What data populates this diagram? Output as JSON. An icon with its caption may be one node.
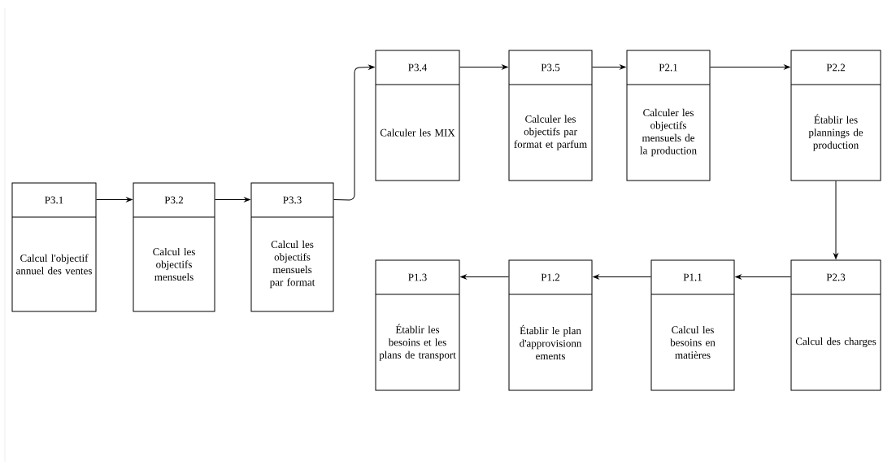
{
  "diagram": {
    "nodes": [
      {
        "text": [
          "P3.1",
          "Calcul l'objectif annuel des ventes"
        ]
      },
      {
        "text": [
          "P3.2",
          "Calcul les objectifs mensuels"
        ]
      },
      {
        "text": [
          "P3.3",
          "Calcul les objectifs mensuels par format"
        ]
      },
      {
        "text": [
          "P3.4",
          "Calculer les MIX"
        ]
      },
      {
        "text": [
          "P3.5",
          "Calculer les objectifs par format et parfum"
        ]
      },
      {
        "text": [
          "P2.1",
          "Calculer les objectifs mensuels de la production"
        ]
      },
      {
        "text": [
          "P2.2",
          "Établir les plannings de production"
        ]
      },
      {
        "text": [
          "P2.3",
          "Calcul des charges"
        ]
      },
      {
        "text": [
          "P1.1",
          "Calcul les besoins en matières"
        ]
      },
      {
        "text": [
          "P1.2",
          "Établir le plan d'approvisionn ements"
        ]
      },
      {
        "text": [
          "P1.3",
          "Établir les besoins et les plans de transport"
        ]
      }
    ],
    "edges": [
      {
        "from": 0,
        "to": 1,
        "arrow": "to"
      },
      {
        "from": 1,
        "to": 2,
        "arrow": "to"
      },
      {
        "from": 2,
        "to": 3,
        "arrow": "to"
      },
      {
        "from": 3,
        "to": 4,
        "arrow": "to"
      },
      {
        "from": 4,
        "to": 5,
        "arrow": "to"
      },
      {
        "from": 5,
        "to": 6,
        "arrow": "to"
      },
      {
        "from": 6,
        "to": 7,
        "arrow": "to"
      },
      {
        "from": 7,
        "to": 8,
        "arrow": "to"
      },
      {
        "from": 8,
        "to": 9,
        "arrow": "to"
      },
      {
        "from": 9,
        "to": 10,
        "arrow": "to"
      }
    ]
  }
}
